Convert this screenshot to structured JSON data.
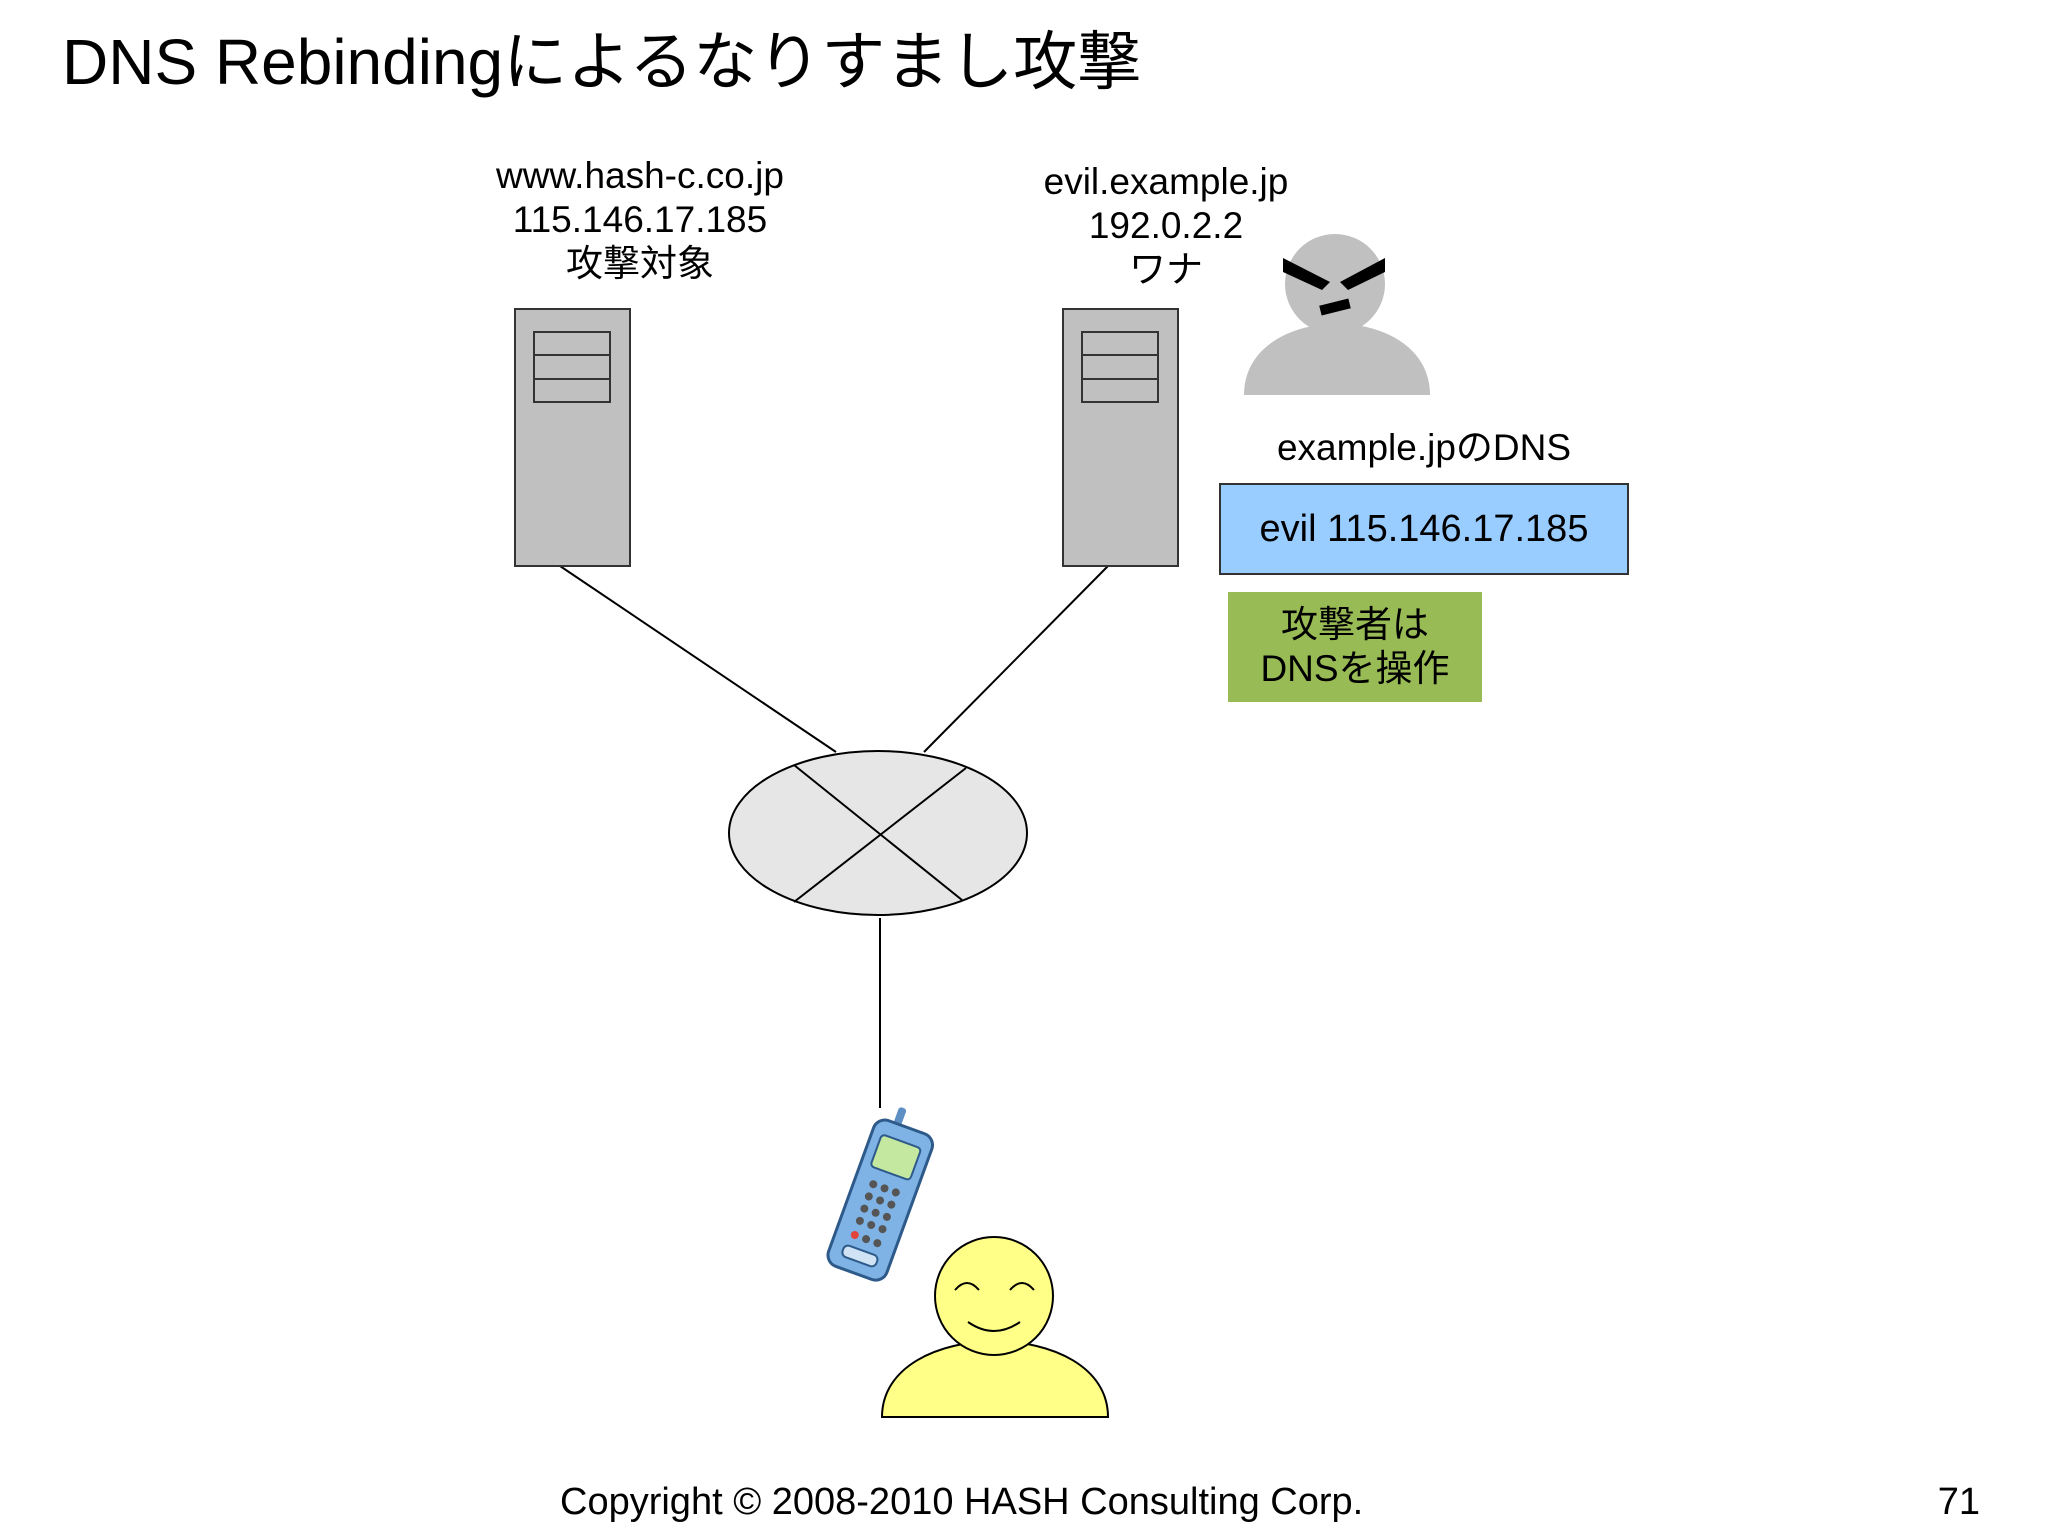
{
  "slide": {
    "title": "DNS Rebindingによるなりすまし攻撃",
    "footer": "Copyright © 2008-2010 HASH Consulting Corp.",
    "page_number": "71"
  },
  "target_server": {
    "hostname": "www.hash-c.co.jp",
    "ip": "115.146.17.185",
    "role": "攻撃対象",
    "icon": "server-icon"
  },
  "trap_server": {
    "hostname": "evil.example.jp",
    "ip": "192.0.2.2",
    "role": "ワナ",
    "icon": "server-icon"
  },
  "attacker": {
    "icon": "attacker-person-icon",
    "dns_heading": "example.jpのDNS",
    "dns_record": "evil 115.146.17.185",
    "note_line1": "攻撃者は",
    "note_line2": "DNSを操作"
  },
  "network": {
    "icon": "router-icon"
  },
  "victim": {
    "icon": "smiling-user-icon",
    "device_icon": "mobile-phone-icon"
  },
  "colors": {
    "server_fill": "#c0c0c0",
    "router_fill": "#e6e6e6",
    "attacker_fill": "#c0c0c0",
    "dns_record_fill": "#99ccff",
    "note_fill": "#99bb55",
    "victim_fill": "#ffff88",
    "phone_body": "#7fb3e6"
  }
}
